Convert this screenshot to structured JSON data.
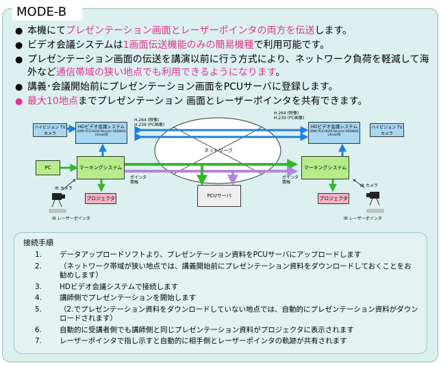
{
  "title": "MODE-B",
  "bullets": [
    {
      "parts": [
        {
          "text": "本機にて",
          "pink": false
        },
        {
          "text": "プレゼンテーション画面とレーザーポインタの両方を伝送",
          "pink": true
        },
        {
          "text": "します。",
          "pink": false
        }
      ],
      "pink_dot": false
    },
    {
      "parts": [
        {
          "text": "ビデオ会議システムは",
          "pink": false
        },
        {
          "text": "1画面伝送機能のみの簡易機種",
          "pink": true
        },
        {
          "text": "で利用可能です。",
          "pink": false
        }
      ],
      "pink_dot": false
    },
    {
      "parts": [
        {
          "text": "プレゼンテーション画面の伝送を講演以前に行う方式により、ネットワーク負荷を軽減して海外など",
          "pink": false
        },
        {
          "text": "通信帯域の狭い地点でも利用できるようになります",
          "pink": true
        },
        {
          "text": "。",
          "pink": false
        }
      ],
      "pink_dot": false
    },
    {
      "parts": [
        {
          "text": "講義･会議開始前にプレゼンテーション画面をPCUサーバに登録します。",
          "pink": false
        }
      ],
      "pink_dot": false
    },
    {
      "parts": [
        {
          "text": "最大10地点",
          "pink": true
        },
        {
          "text": "までプレゼンテーション 画面とレーザーポインタを共有できます。",
          "pink": false
        }
      ],
      "pink_dot": true
    }
  ],
  "diagram": {
    "left": {
      "camera": "ハイビジョン TVカメラ",
      "video_system": "HDビデオ会議システム",
      "video_sub": "SONY PCS-HG90 Polycom HDX8000 Lifesize等",
      "codec": "H.264 (映像)\nH.239 (PC画像)",
      "pc": "PC",
      "marking": "マーキングシステム",
      "pointer_info": "ポインタ\n情報",
      "ir_camera": "IR カメラ",
      "projector": "プロジェクタ",
      "ir_pointer": "IR レーザーポインタ"
    },
    "right": {
      "camera": "ハイビジョン TVカメラ",
      "video_system": "HDビデオ会議システム",
      "video_sub": "SONY PCS-HG90 Polycom HDX8000 Lifesize等",
      "codec": "H.264 (映像)\nH.239 (PC画像)",
      "marking": "マーキングシステム",
      "pointer_info": "ポインタ\n情報",
      "ir_camera": "IR カメラ",
      "projector": "プロジェクタ",
      "ir_pointer": "IR レーザーポインタ"
    },
    "network": "ネットワーク",
    "pcu": "PCUサーバ"
  },
  "steps": {
    "title": "接続手順",
    "items": [
      {
        "num": "1.",
        "text": "データアップロードソフトより、プレゼンテーション資料をPCUサーバにアップロードします"
      },
      {
        "num": "2.",
        "text": "（ネットワーク帯域が狭い地点では、講義開始前にプレゼンテーション資料をダウンロードしておくことをお勧めします）"
      },
      {
        "num": "3.",
        "text": "HDビデオ会議システムで接続します"
      },
      {
        "num": "4.",
        "text": "講師側でプレゼンテーションを開始します"
      },
      {
        "num": "5.",
        "text": "（2.でプレゼンテーション資料をダウンロードしていない地点では、自動的にプレゼンテーション資料がダウンロードされます）"
      },
      {
        "num": "6.",
        "text": "自動的に受講者側でも講師側と同じプレゼンテーション資料がプロジェクタに表示されます"
      },
      {
        "num": "7.",
        "text": "レーザーポインタで指し示すと自動的に相手側とレーザーポインタの軌跡が共有されます"
      }
    ]
  },
  "colors": {
    "pink": "#e0338f",
    "panel_bg": "#dcf0ef",
    "blue_arrow": "#1e7fe0",
    "green_arrow": "#33b82a",
    "purple_arrow": "#b088d8"
  }
}
